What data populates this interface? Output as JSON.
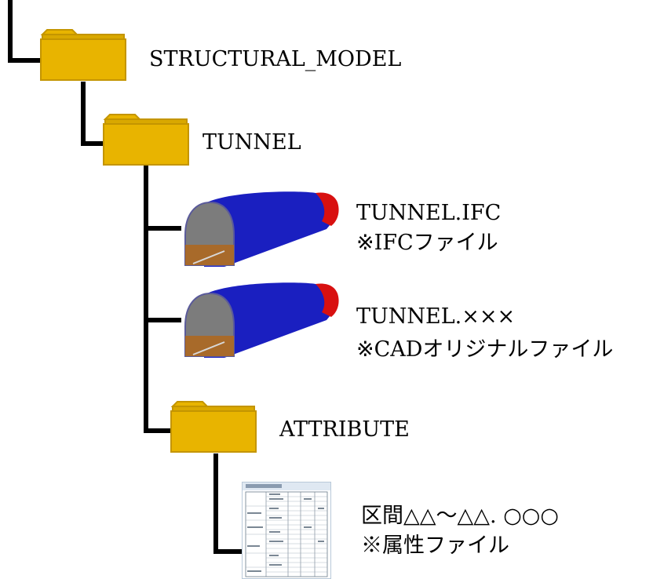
{
  "tree": {
    "root_folder": {
      "label": "STRUCTURAL_MODEL",
      "icon": "folder-icon"
    },
    "subfolder": {
      "label": "TUNNEL",
      "icon": "folder-icon"
    },
    "files": [
      {
        "name": "TUNNEL.IFC",
        "note": "※IFCファイル",
        "icon": "tunnel-model-icon"
      },
      {
        "name": "TUNNEL.×××",
        "note": "※CADオリジナルファイル",
        "icon": "tunnel-model-icon"
      }
    ],
    "attribute_folder": {
      "label": "ATTRIBUTE",
      "icon": "folder-icon"
    },
    "attribute_file": {
      "name": "区間△△～△△. ○○○",
      "note": "※属性ファイル",
      "icon": "spreadsheet-thumbnail-icon"
    }
  },
  "colors": {
    "folder_fill": "#e8b400",
    "folder_edge": "#c49500",
    "tunnel_body": "#1a1fc0",
    "tunnel_end": "#d81010",
    "tunnel_inner": "#808080",
    "tunnel_floor": "#a86a2a"
  }
}
